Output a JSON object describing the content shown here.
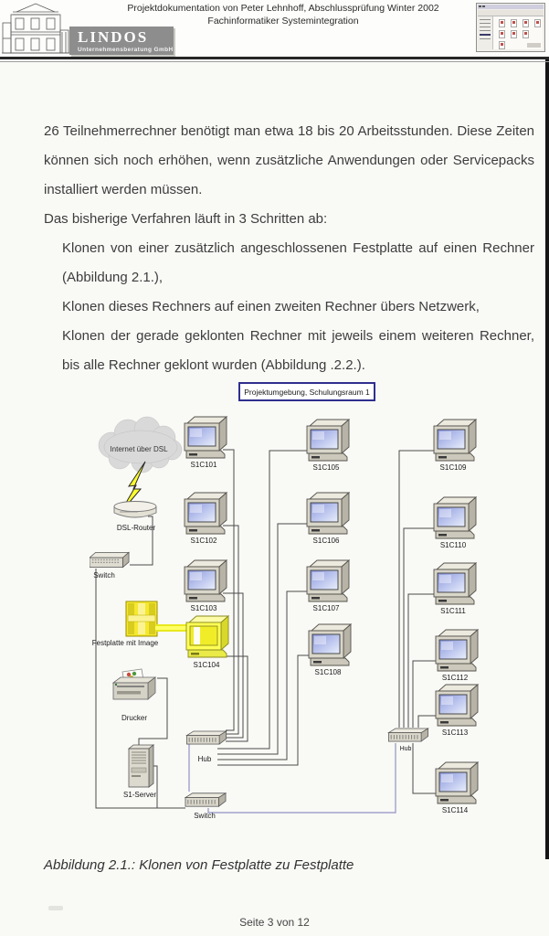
{
  "header": {
    "title_line1": "Projektdokumentation von Peter Lehnhoff, Abschlussprüfung Winter 2002",
    "title_line2": "Fachinformatiker Systemintegration",
    "logo": {
      "name": "LINDOS",
      "subtitle": "Unternehmensberatung GmbH"
    }
  },
  "body": {
    "paragraph1": "26 Teilnehmerrechner benötigt man etwa 18 bis 20 Arbeitsstunden. Diese Zeiten können sich noch erhöhen, wenn zusätzliche Anwendungen oder Servicepacks installiert werden müssen.",
    "paragraph2": "Das bisherige Verfahren läuft in 3 Schritten ab:",
    "list_items": [
      "Klonen von einer zusätzlich angeschlossenen Festplatte auf einen Rechner (Abbildung 2.1.),",
      "Klonen dieses Rechners auf einen zweiten Rechner übers Netzwerk,",
      "Klonen der gerade geklonten Rechner mit jeweils einem weiteren Rechner, bis alle Rechner geklont wurden (Abbildung .2.2.)."
    ]
  },
  "diagram": {
    "title": "Projektumgebung, Schulungsraum 1",
    "internet_label": "Internet über DSL",
    "dsl_router": "DSL-Router",
    "switch_left": "Switch",
    "festplatte": "Festplatte mit Image",
    "drucker": "Drucker",
    "server": "S1-Server",
    "hub_left": "Hub",
    "hub_right": "Hub",
    "switch_bottom": "Switch",
    "computers": [
      {
        "label": "S1C101"
      },
      {
        "label": "S1C102"
      },
      {
        "label": "S1C103"
      },
      {
        "label": "S1C104"
      },
      {
        "label": "S1C105"
      },
      {
        "label": "S1C106"
      },
      {
        "label": "S1C107"
      },
      {
        "label": "S1C108"
      },
      {
        "label": "S1C109"
      },
      {
        "label": "S1C110"
      },
      {
        "label": "S1C111"
      },
      {
        "label": "S1C112"
      },
      {
        "label": "S1C113"
      },
      {
        "label": "S1C114"
      }
    ],
    "colors": {
      "highlight": "#ffff55",
      "line": "#4a4a4a",
      "uplink": "#9292c4",
      "title_border": "#2f2f8f"
    }
  },
  "caption": "Abbildung 2.1.: Klonen von Festplatte zu Festplatte",
  "footer": "Seite 3 von 12"
}
